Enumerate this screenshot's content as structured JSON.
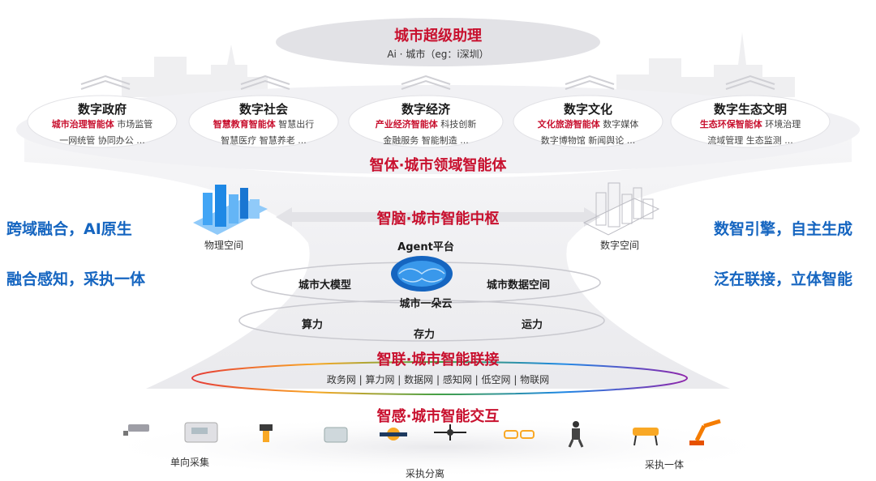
{
  "top": {
    "title": "城市超级助理",
    "subtitle": "Ai · 城市（eg：i深圳）"
  },
  "domains": [
    {
      "title": "数字政府",
      "line1_hl": "城市治理智能体",
      "line1_rest": " 市场监管",
      "line2": "一网统管  协同办公  ..."
    },
    {
      "title": "数字社会",
      "line1_hl": "智慧教育智能体",
      "line1_rest": " 智慧出行",
      "line2": "智慧医疗  智慧养老  ..."
    },
    {
      "title": "数字经济",
      "line1_hl": "产业经济智能体",
      "line1_rest": " 科技创新",
      "line2": "金融服务  智能制造  ..."
    },
    {
      "title": "数字文化",
      "line1_hl": "文化旅游智能体",
      "line1_rest": " 数字媒体",
      "line2": "数字博物馆 新闻舆论 ..."
    },
    {
      "title": "数字生态文明",
      "line1_hl": "生态环保智能体",
      "line1_rest": " 环境治理",
      "line2": "流域管理  生态监测  ..."
    }
  ],
  "layers": {
    "agents": "智体·城市领域智能体",
    "brain": "智脑·城市智能中枢",
    "connect": "智联·城市智能联接",
    "sense": "智感·城市智能交互"
  },
  "left_slogans": [
    "跨域融合，AI原生",
    "融合感知，采执一体"
  ],
  "right_slogans": [
    "数智引擎，自主生成",
    "泛在联接，立体智能"
  ],
  "spaces": {
    "physical": "物理空间",
    "digital": "数字空间"
  },
  "core": {
    "agent_platform": "Agent平台",
    "big_model": "城市大模型",
    "data_space": "城市数据空间",
    "cloud": "城市一朵云",
    "compute": "算力",
    "storage": "存力",
    "transport": "运力"
  },
  "networks": "政务网 | 算力网 | 数据网 | 感知网 | 低空网 | 物联网",
  "bottom": {
    "left": "单向采集",
    "middle": "采执分离",
    "right": "采执一体"
  },
  "devices": [
    "camera-icon",
    "meter-icon",
    "survey-icon",
    "sensor-box-icon",
    "satellite-icon",
    "drone-icon",
    "glasses-icon",
    "humanoid-robot-icon",
    "robot-dog-icon",
    "robot-arm-icon"
  ],
  "colors": {
    "red": "#c8102e",
    "blue": "#1565c0"
  }
}
